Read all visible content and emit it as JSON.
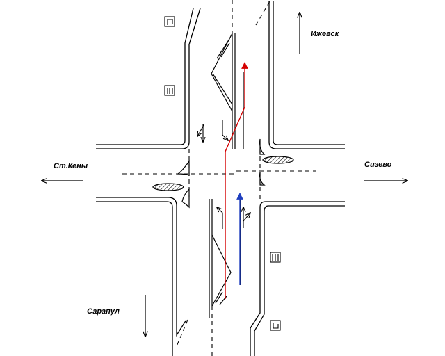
{
  "directions": {
    "north": "Ижевск",
    "west": "Ст.Кены",
    "east": "Сизево",
    "south": "Сарапул"
  },
  "icons": {
    "sign": "lane-direction-sign-icon",
    "arrow": "lane-arrow-icon",
    "island": "hatched-traffic-island-icon"
  },
  "colors": {
    "road": "#000000",
    "route_red": "#d40000",
    "route_blue": "#1f3fbf"
  }
}
